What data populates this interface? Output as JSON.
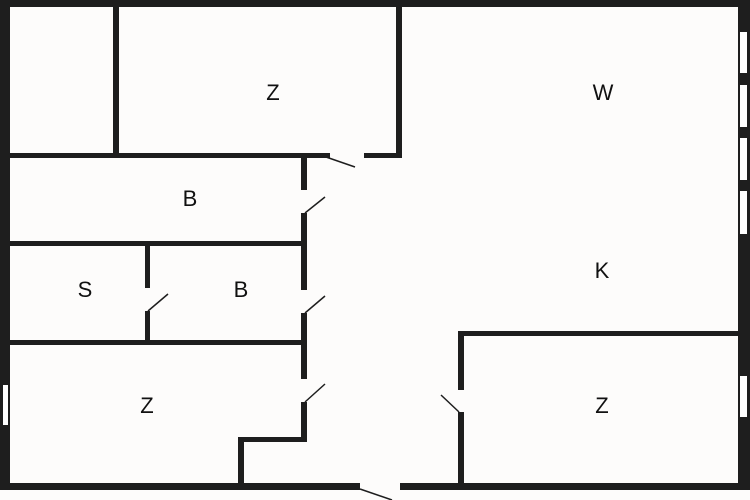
{
  "plan": {
    "rooms": [
      {
        "id": "room-top-middle",
        "label": "Z"
      },
      {
        "id": "room-top-right",
        "label": "W"
      },
      {
        "id": "room-bath-upper",
        "label": "B"
      },
      {
        "id": "room-storage",
        "label": "S"
      },
      {
        "id": "room-bath-lower",
        "label": "B"
      },
      {
        "id": "room-kitchen",
        "label": "K"
      },
      {
        "id": "room-bottom-left",
        "label": "Z"
      },
      {
        "id": "room-bottom-right",
        "label": "Z"
      }
    ],
    "colors": {
      "wall": "#1e1e1e",
      "background": "#fdfcfb"
    }
  }
}
